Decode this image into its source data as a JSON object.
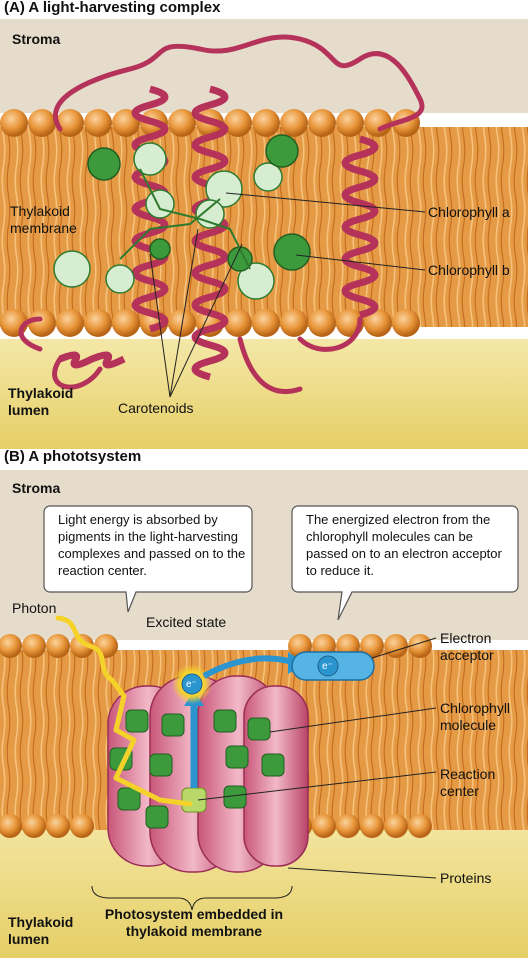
{
  "panel_a": {
    "title": "(A)  A light-harvesting complex",
    "stroma": "Stroma",
    "membrane_label": "Thylakoid membrane",
    "lumen_label": "Thylakoid lumen",
    "chlorophyll_a": "Chlorophyll a",
    "chlorophyll_b": "Chlorophyll b",
    "carotenoids": "Carotenoids"
  },
  "panel_b": {
    "title": "(B)  A phototsystem",
    "stroma": "Stroma",
    "callout_left": "Light energy is absorbed by pigments in the light-harvesting complexes and passed on to the reaction center.",
    "callout_right": "The energized electron from the chlorophyll molecules can be passed on to an electron acceptor to reduce it.",
    "photon": "Photon",
    "excited_state": "Excited state",
    "electron_symbol": "e⁻",
    "electron_acceptor": "Electron acceptor",
    "chlorophyll_molecule": "Chlorophyll molecule",
    "reaction_center": "Reaction center",
    "proteins": "Proteins",
    "caption": "Photosystem embedded in thylakoid membrane",
    "lumen_label": "Thylakoid lumen"
  },
  "colors": {
    "stroma_bg": "#e6dccb",
    "membrane_orange": "#e8973a",
    "lumen_yellow": "#eede8a",
    "helix": "#b5325a",
    "chlorophyll_dark": "#3c9a3c",
    "chlorophyll_light": "#d7edd2",
    "electron_blue": "#2b95d0",
    "photon_yellow": "#f5d22a"
  }
}
